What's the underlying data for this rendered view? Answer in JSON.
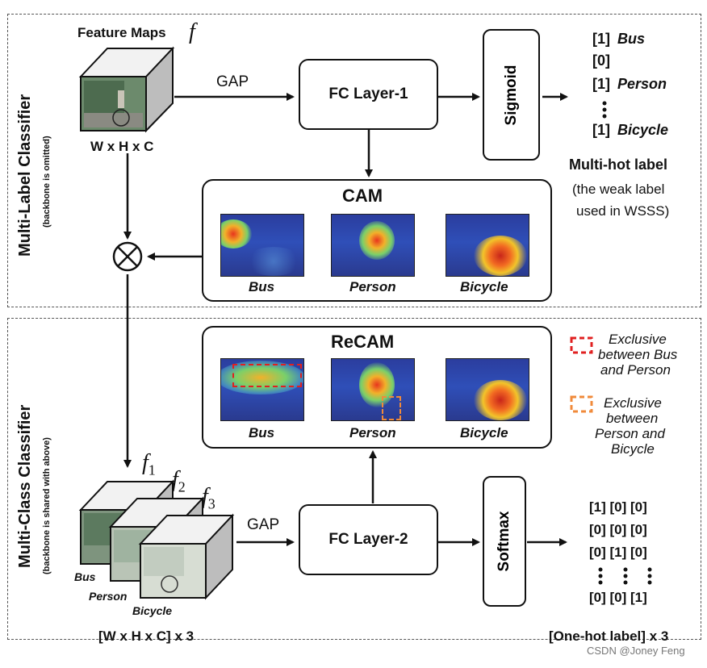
{
  "top_section": {
    "side_title": "Multi-Label Classifier",
    "side_subtitle": "(backbone is omitted)",
    "feature_maps_label": "Feature Maps",
    "feature_symbol": "f",
    "dims_label": "W x H x C",
    "gap_label": "GAP",
    "fc_label": "FC Layer-1",
    "sigmoid_label": "Sigmoid",
    "outputs": [
      {
        "value": "[1]",
        "name": "Bus"
      },
      {
        "value": "[0]",
        "name": ""
      },
      {
        "value": "[1]",
        "name": "Person"
      },
      {
        "value": "[1]",
        "name": "Bicycle"
      }
    ],
    "multi_hot_title": "Multi-hot label",
    "multi_hot_note_1": "(the weak label",
    "multi_hot_note_2": "used in WSSS)",
    "cam_title": "CAM",
    "cam_labels": [
      "Bus",
      "Person",
      "Bicycle"
    ]
  },
  "bottom_section": {
    "side_title": "Multi-Class Classifier",
    "side_subtitle": "(backbone is shared with above)",
    "recam_title": "ReCAM",
    "recam_labels": [
      "Bus",
      "Person",
      "Bicycle"
    ],
    "legend": [
      {
        "color": "#e02020",
        "lines": [
          "Exclusive",
          "between Bus",
          "and Person"
        ]
      },
      {
        "color": "#f08a3a",
        "lines": [
          "Exclusive",
          "between",
          "Person and",
          "Bicycle"
        ]
      }
    ],
    "feature_symbols": [
      "f1",
      "f2",
      "f3"
    ],
    "stack_labels": [
      "Bus",
      "Person",
      "Bicycle"
    ],
    "dims_label": "[W x H x C] x 3",
    "gap_label": "GAP",
    "fc_label": "FC Layer-2",
    "softmax_label": "Softmax",
    "onehot_rows": [
      "[1] [0] [0]",
      "[0] [0] [0]",
      "[0] [1] [0]",
      "[0] [0] [1]"
    ],
    "onehot_title": "[One-hot label] x 3"
  },
  "watermark": "CSDN @Joney Feng",
  "colors": {
    "exclusive_bus_person": "#e02020",
    "exclusive_person_bicycle": "#f08a3a"
  }
}
